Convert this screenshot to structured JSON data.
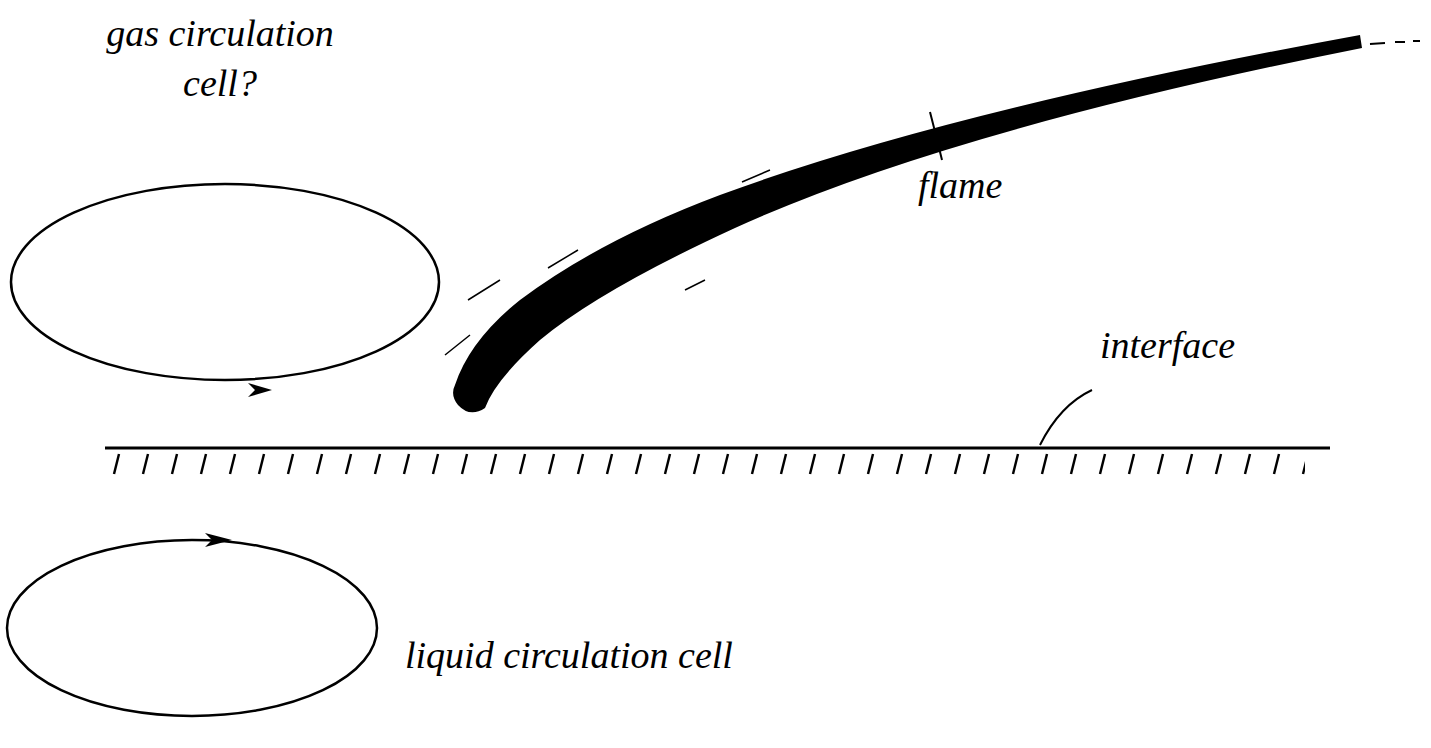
{
  "diagram": {
    "labels": [
      "gas circulation cell?",
      "flame",
      "interface",
      "liquid circulation cell"
    ]
  }
}
